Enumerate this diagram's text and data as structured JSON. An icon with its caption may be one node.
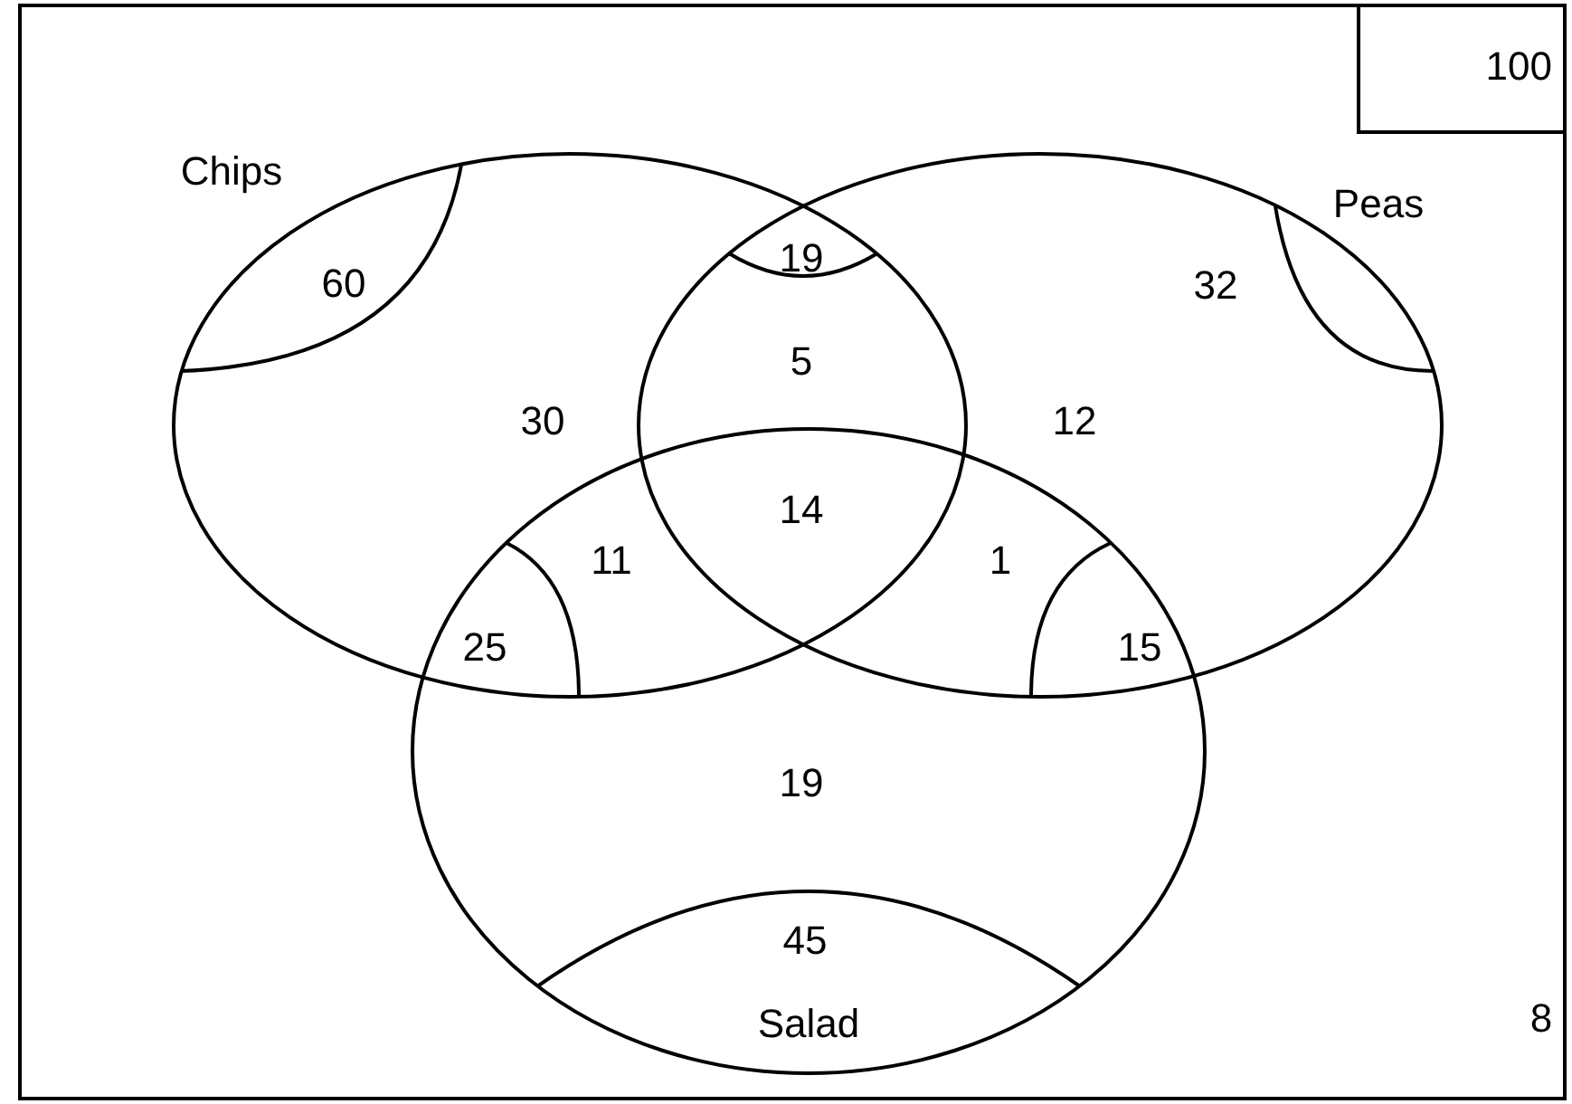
{
  "diagram": {
    "nodes": [
      {
        "text": [],
        "shape": "box"
      },
      {
        "text": [
          "100"
        ],
        "in": 0
      },
      {
        "text": [
          "Chips"
        ],
        "in": 0
      },
      {
        "text": [
          "Peas"
        ],
        "in": 0
      },
      {
        "text": [
          "Salad"
        ],
        "in": 0
      }
    ],
    "labels": [
      "60",
      "19",
      "32",
      "5",
      "30",
      "12",
      "14",
      "11",
      "1",
      "25",
      "15",
      "19",
      "45",
      "8"
    ]
  }
}
